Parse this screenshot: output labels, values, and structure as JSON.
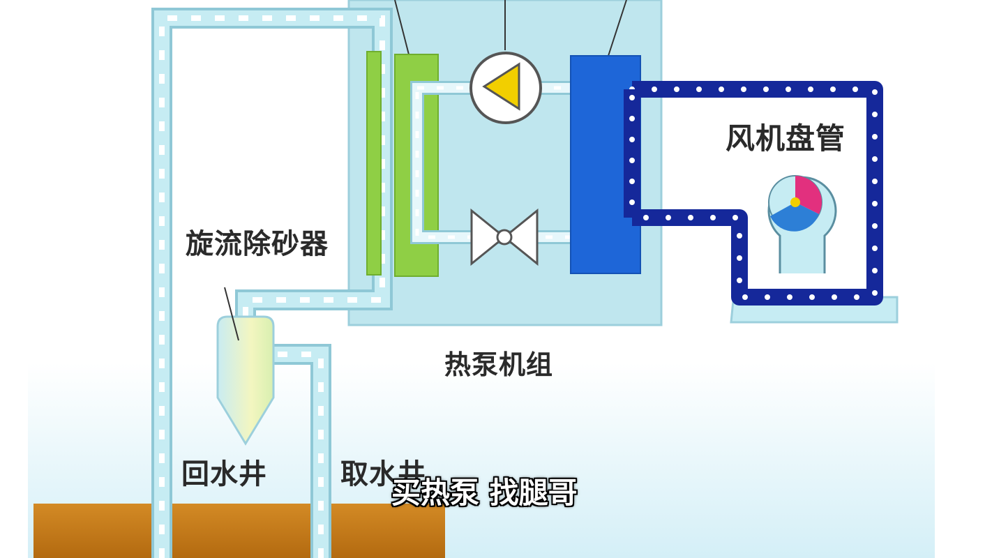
{
  "labels": {
    "cyclone_sand_remover": "旋流除砂器",
    "heat_pump_unit": "热泵机组",
    "fan_coil": "风机盘管",
    "return_well": "回水井",
    "intake_well": "取水井"
  },
  "subtitle": "买热泵 找腿哥",
  "colors": {
    "pipe_light": "#a8e0ec",
    "pipe_dots": "#ffffff",
    "unit_box": "#bfe6ee",
    "evaporator_green": "#8fcf45",
    "condenser_blue": "#1e66d8",
    "fan_loop_navy": "#15289a",
    "pump_yellow": "#f2cf00",
    "ground_brown": "#c07a1a",
    "water_light": "#d9f1f8"
  },
  "icons": [
    "pump-icon",
    "expansion-valve-icon",
    "fan-coil-icon",
    "cyclone-separator-icon"
  ]
}
